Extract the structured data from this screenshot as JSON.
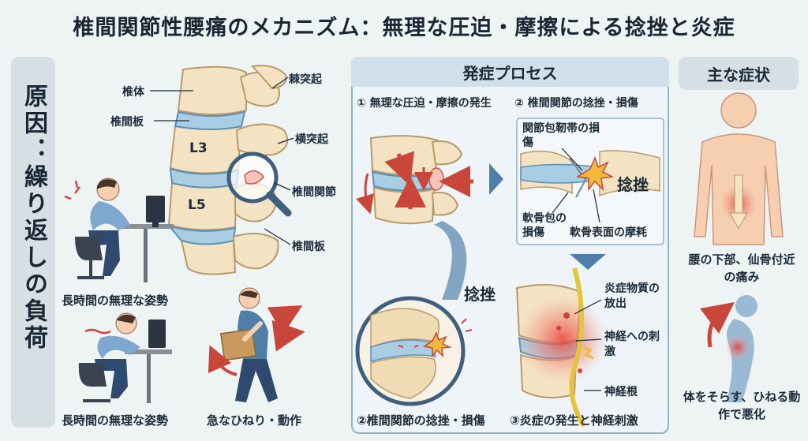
{
  "title": "椎間関節性腰痛のメカニズム：無理な圧迫・摩擦による捻挫と炎症",
  "cause": {
    "heading": "原因：繰り返しの負荷",
    "items": [
      {
        "label": "長時間の無理な姿勢"
      },
      {
        "label": "長時間の無理な姿勢"
      },
      {
        "label": "急なひねり・動作"
      }
    ]
  },
  "anatomy": {
    "vertebral_body": "椎体",
    "disc": "椎間板",
    "spinous_process": "棘突起",
    "transverse_process": "横突起",
    "facet_joint": "椎間関節",
    "disc_lower": "椎間板",
    "level_l3": "L3",
    "level_l5": "L5"
  },
  "process": {
    "heading": "発症プロセス",
    "step1": "① 無理な圧迫・摩擦の発生",
    "step2": "② 椎間関節の捻挫・損傷",
    "capsule_damage": "関節包靭帯の損傷",
    "sprain": "捻挫",
    "cartilage_damage": "軟骨包の損傷",
    "cartilage_wear": "軟骨表面の摩耗",
    "zoom_sprain": "捻挫",
    "zoom_caption": "②椎間関節の捻挫・損傷",
    "inflammatory": "炎症物質の放出",
    "nerve_stim": "神経への刺激",
    "nerve_root": "神経根",
    "step3": "③炎症の発生と神経刺激"
  },
  "symptoms": {
    "heading": "主な症状",
    "s1": "腰の下部、仙骨付近の痛み",
    "s2": "体をそらす、ひねる動作で悪化"
  },
  "colors": {
    "bone": "#f3e3c3",
    "bone_stroke": "#b89a6a",
    "disc": "#a9cde3",
    "pain": "#e8413a",
    "accent_blue": "#4f7fa8",
    "skin": "#f5cfb0"
  }
}
